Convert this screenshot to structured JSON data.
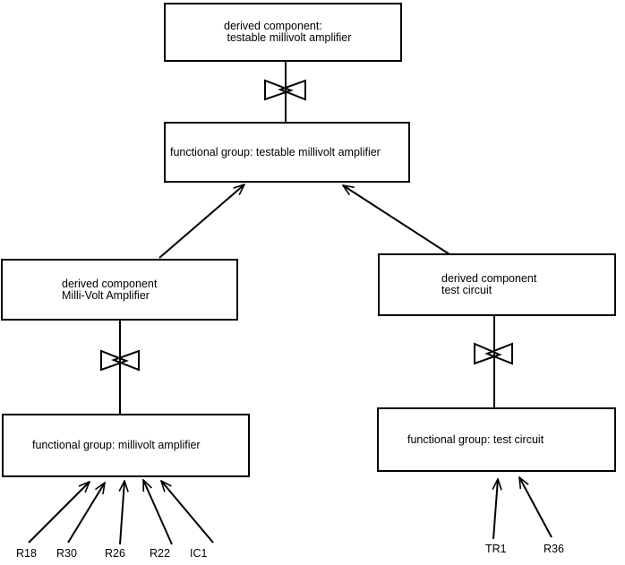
{
  "diagram": {
    "background_color": "#ffffff",
    "stroke_color": "#000000",
    "nodes": {
      "derived_testable": {
        "line1": "derived component:",
        "line2": " testable millivolt amplifier"
      },
      "functional_testable": {
        "label": "functional group: testable millivolt amplifier"
      },
      "derived_mva": {
        "line1": "derived component",
        "line2": "Milli-Volt Amplifier"
      },
      "derived_tc": {
        "line1": "derived component",
        "line2": "test circuit"
      },
      "functional_mva": {
        "label": "functional group: millivolt amplifier"
      },
      "functional_tc": {
        "label": "functional group: test circuit"
      }
    },
    "components": {
      "left": [
        "R18",
        "R30",
        "R26",
        "R22",
        "IC1"
      ],
      "right": [
        "TR1",
        "R36"
      ]
    }
  }
}
